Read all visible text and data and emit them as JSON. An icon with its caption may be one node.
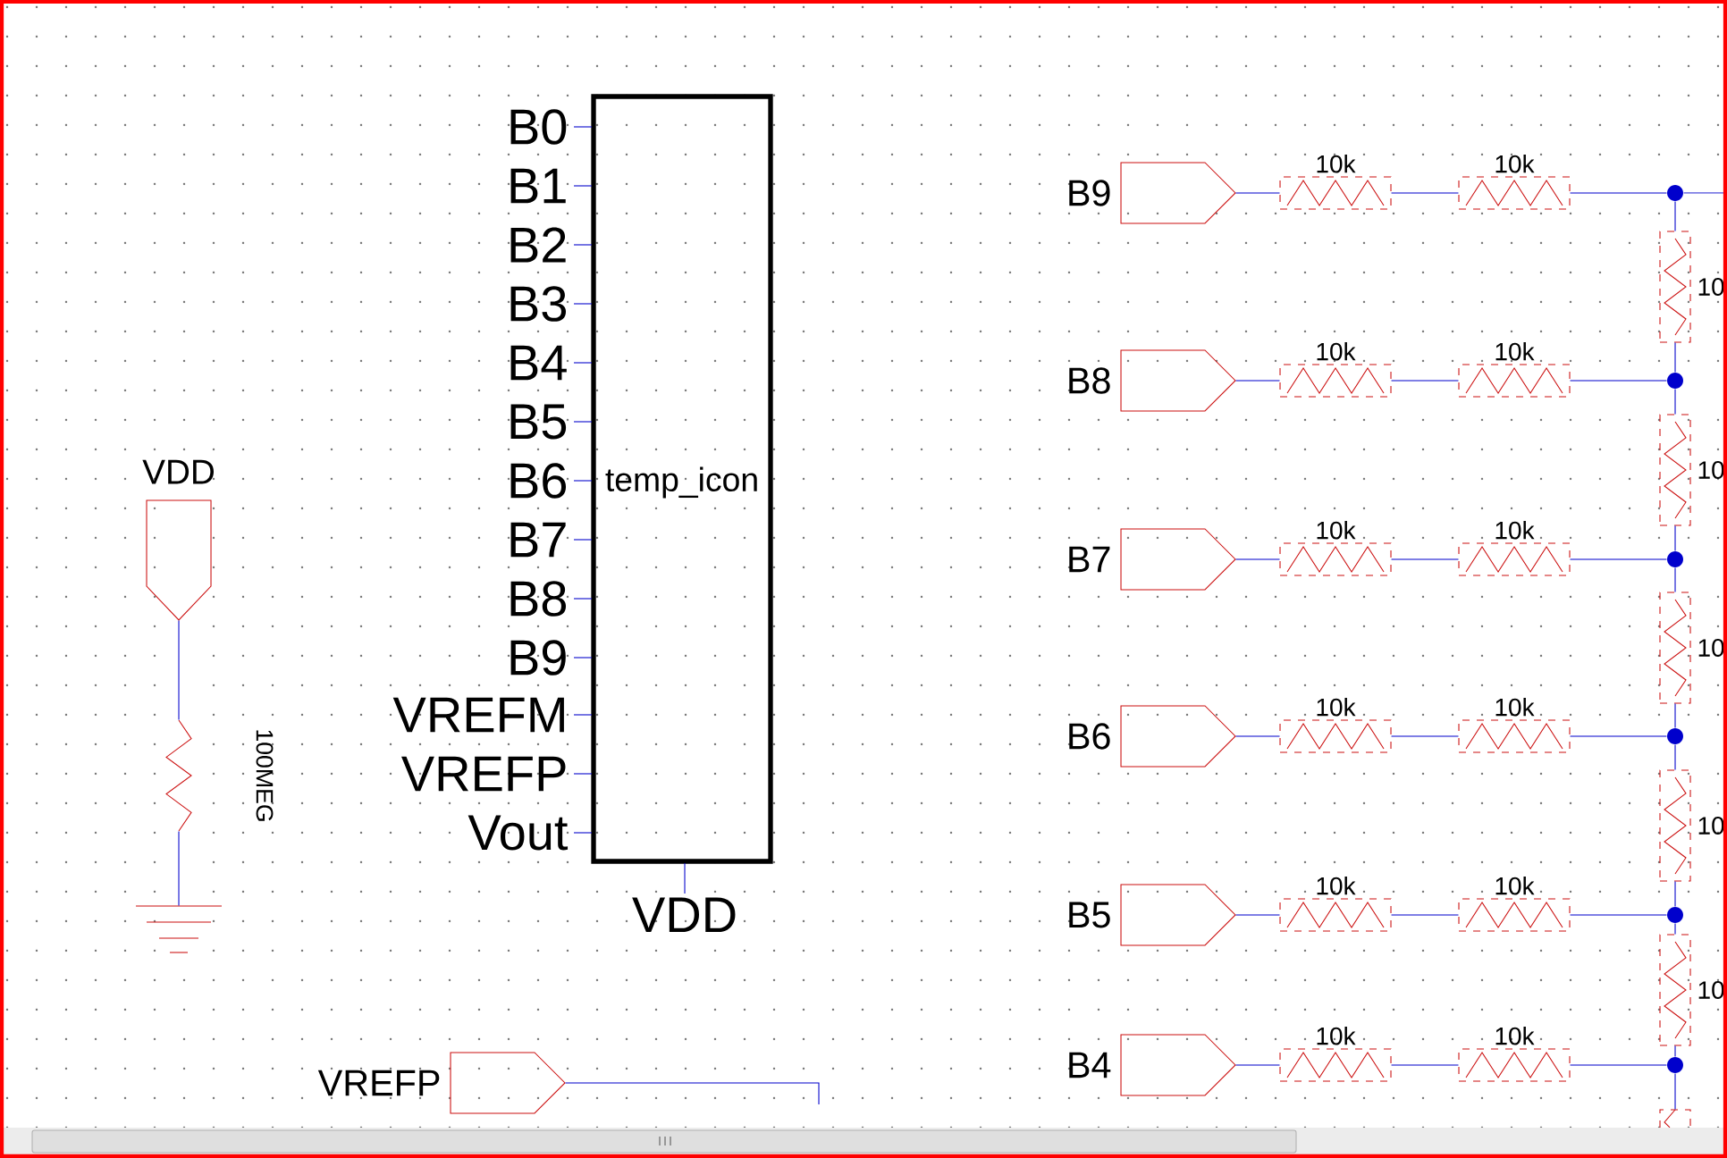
{
  "diagram": {
    "nodes": [
      {
        "text": [
          "temp_icon"
        ]
      },
      {
        "text": [
          "VDD"
        ]
      },
      {
        "text": [
          "100MEG"
        ]
      },
      {
        "text": [],
        "shape": "ground"
      },
      {
        "text": [
          "VREFP"
        ]
      },
      {
        "text": [
          "B9"
        ]
      },
      {
        "text": [
          "10k"
        ]
      },
      {
        "text": [
          "10k"
        ]
      },
      {
        "text": [],
        "shape": "circle"
      },
      {
        "text": [
          "10"
        ]
      },
      {
        "text": [
          "B8"
        ]
      },
      {
        "text": [
          "10k"
        ]
      },
      {
        "text": [
          "10k"
        ]
      },
      {
        "text": [],
        "shape": "circle"
      },
      {
        "text": [
          "10"
        ]
      },
      {
        "text": [
          "B7"
        ]
      },
      {
        "text": [
          "10k"
        ]
      },
      {
        "text": [
          "10k"
        ]
      },
      {
        "text": [],
        "shape": "circle"
      },
      {
        "text": [
          "10"
        ]
      },
      {
        "text": [
          "B6"
        ]
      },
      {
        "text": [
          "10k"
        ]
      },
      {
        "text": [
          "10k"
        ]
      },
      {
        "text": [],
        "shape": "circle"
      },
      {
        "text": [
          "10"
        ]
      },
      {
        "text": [
          "B5"
        ]
      },
      {
        "text": [
          "10k"
        ]
      },
      {
        "text": [
          "10k"
        ]
      },
      {
        "text": [],
        "shape": "circle"
      },
      {
        "text": [
          "10"
        ]
      },
      {
        "text": [
          "B4"
        ]
      },
      {
        "text": [
          "10k"
        ]
      },
      {
        "text": [
          "10k"
        ]
      },
      {
        "text": [],
        "shape": "circle"
      },
      {
        "text": [],
        "shape": "box"
      }
    ],
    "edges": [
      {
        "from": 1,
        "to": 2,
        "arrow": "none"
      },
      {
        "from": 2,
        "to": 3,
        "arrow": "none"
      },
      {
        "from": 4,
        "to": null,
        "arrow": "none"
      },
      {
        "from": 5,
        "to": 6,
        "arrow": "none"
      },
      {
        "from": 6,
        "to": 7,
        "arrow": "none"
      },
      {
        "from": 7,
        "to": 8,
        "arrow": "none"
      },
      {
        "from": 8,
        "to": null,
        "arrow": "none"
      },
      {
        "from": 8,
        "to": 9,
        "arrow": "none"
      },
      {
        "from": 9,
        "to": 13,
        "arrow": "none"
      },
      {
        "from": 10,
        "to": 11,
        "arrow": "none"
      },
      {
        "from": 11,
        "to": 12,
        "arrow": "none"
      },
      {
        "from": 12,
        "to": 13,
        "arrow": "none"
      },
      {
        "from": 13,
        "to": 14,
        "arrow": "none"
      },
      {
        "from": 14,
        "to": 18,
        "arrow": "none"
      },
      {
        "from": 15,
        "to": 16,
        "arrow": "none"
      },
      {
        "from": 16,
        "to": 17,
        "arrow": "none"
      },
      {
        "from": 17,
        "to": 18,
        "arrow": "none"
      },
      {
        "from": 18,
        "to": 19,
        "arrow": "none"
      },
      {
        "from": 19,
        "to": 23,
        "arrow": "none"
      },
      {
        "from": 20,
        "to": 21,
        "arrow": "none"
      },
      {
        "from": 21,
        "to": 22,
        "arrow": "none"
      },
      {
        "from": 22,
        "to": 23,
        "arrow": "none"
      },
      {
        "from": 23,
        "to": 24,
        "arrow": "none"
      },
      {
        "from": 24,
        "to": 28,
        "arrow": "none"
      },
      {
        "from": 25,
        "to": 26,
        "arrow": "none"
      },
      {
        "from": 26,
        "to": 27,
        "arrow": "none"
      },
      {
        "from": 27,
        "to": 28,
        "arrow": "none"
      },
      {
        "from": 28,
        "to": 29,
        "arrow": "none"
      },
      {
        "from": 29,
        "to": 33,
        "arrow": "none"
      },
      {
        "from": 30,
        "to": 31,
        "arrow": "none"
      },
      {
        "from": 31,
        "to": 32,
        "arrow": "none"
      },
      {
        "from": 32,
        "to": 33,
        "arrow": "none"
      },
      {
        "from": 33,
        "to": 34,
        "arrow": "none"
      }
    ],
    "labels": [
      "B0",
      "B1",
      "B2",
      "B3",
      "B4",
      "B5",
      "B6",
      "B7",
      "B8",
      "B9",
      "VREFM",
      "VREFP",
      "Vout",
      "VDD"
    ]
  }
}
